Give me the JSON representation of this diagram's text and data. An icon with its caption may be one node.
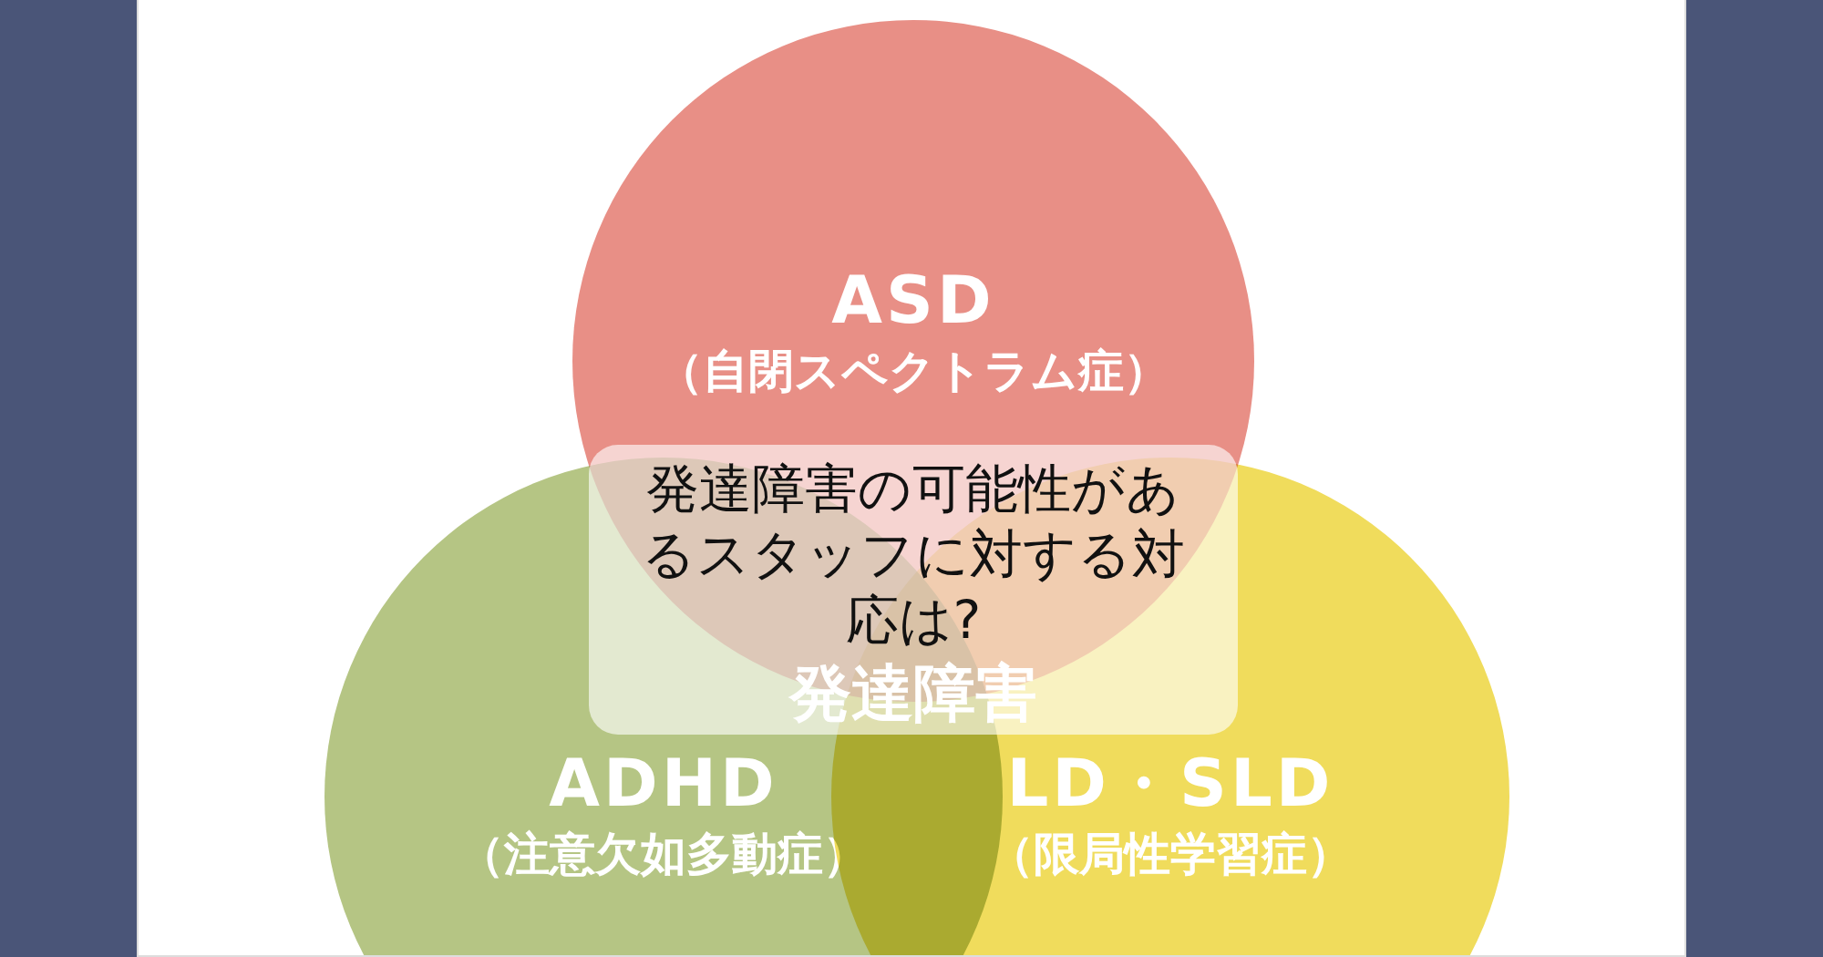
{
  "diagram": {
    "title": "発達障害の可能性があるスタッフに対する対応は?",
    "nodes": [
      {
        "text": [
          "ASD",
          "（自閉スペクトラム症）"
        ]
      },
      {
        "text": [
          "ADHD",
          "（注意欠如多動症）"
        ]
      },
      {
        "text": [
          "LD・SLD",
          "（限局性学習症）"
        ]
      }
    ],
    "labels": [
      "発達障害"
    ]
  }
}
